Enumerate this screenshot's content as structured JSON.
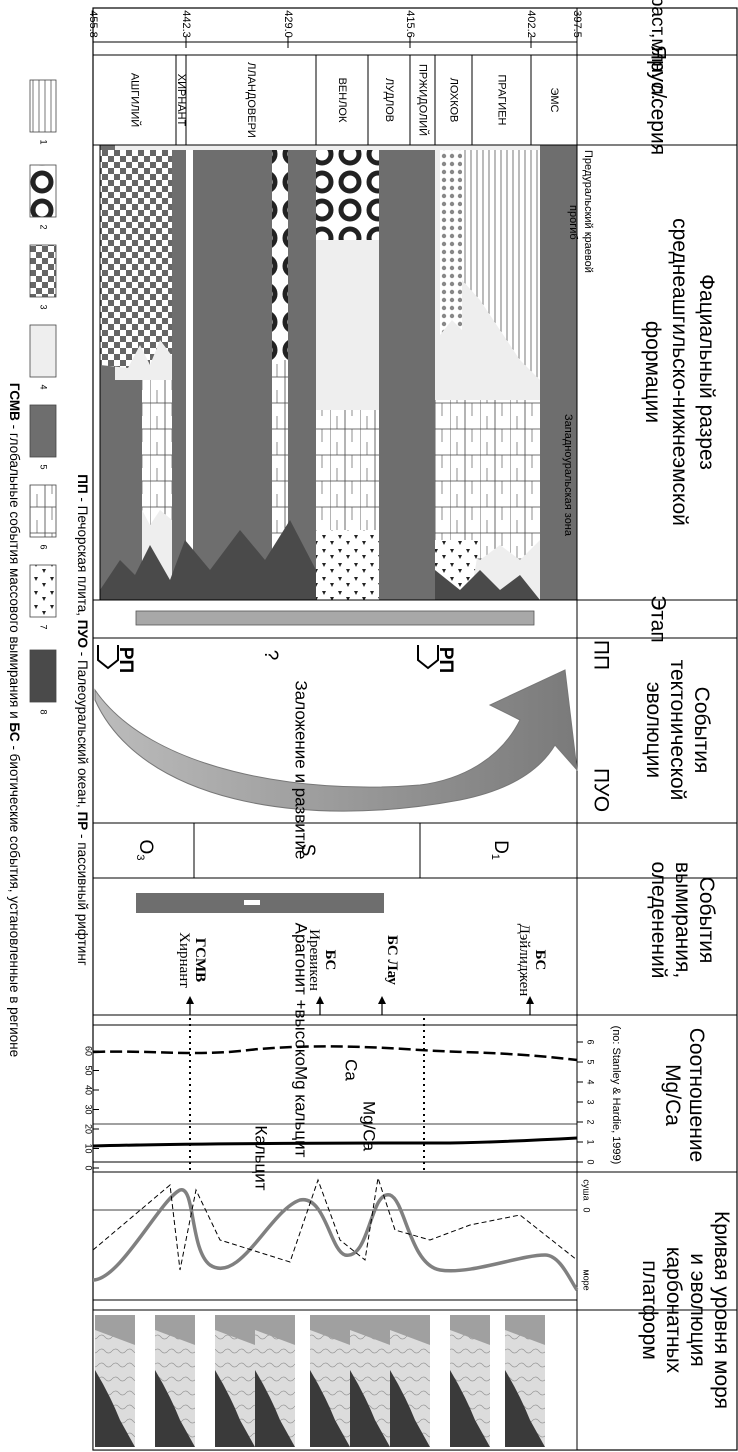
{
  "headers": {
    "age": "Возраст,млн. л.",
    "stage": "Ярус/серия",
    "facies_title": "Фациальный разрез среднеашгильско-нижнеэмской формации",
    "facies_left": "Предуральский краевой прогиб",
    "facies_right": "Западноуральская зона",
    "etap": "Этап",
    "tectonic": "События тектонической эволюции",
    "pp": "ПП",
    "puo": "ПУО",
    "extinction": "События вымирания, оледенений",
    "mgca": "Соотношение Mg/Ca",
    "mgca_ref": "(по: Stanley & Hardie, 1999)",
    "sealevel": "Кривая уровня моря и эволюция карбонатных платформ",
    "land": "суша",
    "sea": "море",
    "zero": "0"
  },
  "ages": [
    "397.5",
    "402.2",
    "415.6",
    "429.0",
    "442.3",
    "455.8"
  ],
  "stages": [
    "ЭМС",
    "ПРАГИЕН",
    "ЛОХКОВ",
    "ПРЖИДОЛИЙ",
    "ЛУДЛОВ",
    "ВЕНЛОК",
    "ЛЛАНДОВЕРИ",
    "ХИРНАНТ",
    "АШГИЛИЙ"
  ],
  "tectonic": {
    "rp": "РП",
    "question": "?",
    "arrow": "Заложение и развитие"
  },
  "periods": [
    "D",
    "S",
    "O"
  ],
  "period_subs": {
    "D": "1",
    "O": "3"
  },
  "events": [
    {
      "line1": "БС",
      "line2": "Дэйлиджен"
    },
    {
      "line1": "БС Лау",
      "line2": ""
    },
    {
      "line1": "БС",
      "line2": "Иревикен"
    },
    {
      "line1": "ГСМВ",
      "line2": "Хирнант"
    }
  ],
  "mgca_labels": {
    "top": "Арагонит +высокоMg кальцит",
    "ca": "Ca",
    "mgca": "Mg/Ca",
    "bottom": "Кальцит"
  },
  "mgca_scale": [
    "0",
    "1",
    "2",
    "3",
    "4",
    "5",
    "6"
  ],
  "ca_scale": [
    "0",
    "10",
    "20",
    "30",
    "40",
    "50",
    "60"
  ],
  "legend": [
    "1",
    "2",
    "3",
    "4",
    "5",
    "6",
    "7",
    "8"
  ],
  "caption": [
    {
      "term": "ГСМВ",
      "text": " - глобальные события массового вымирания и "
    },
    {
      "term": "БС",
      "text": " - биотические события, установленные в регионе"
    }
  ],
  "caption2": [
    {
      "term": "ПП",
      "text": " - Печорская плита, "
    },
    {
      "term": "ПУО",
      "text": " - Палеоуральский океан, "
    },
    {
      "term": "ПР",
      "text": " - пассивный рифтинг"
    }
  ],
  "colors": {
    "dark": "#6e6e6e",
    "darker": "#4a4a4a",
    "light": "#eeeeee",
    "bar": "#a8a8a8",
    "curve": "#808080",
    "arrow": "#8c8c8c"
  }
}
